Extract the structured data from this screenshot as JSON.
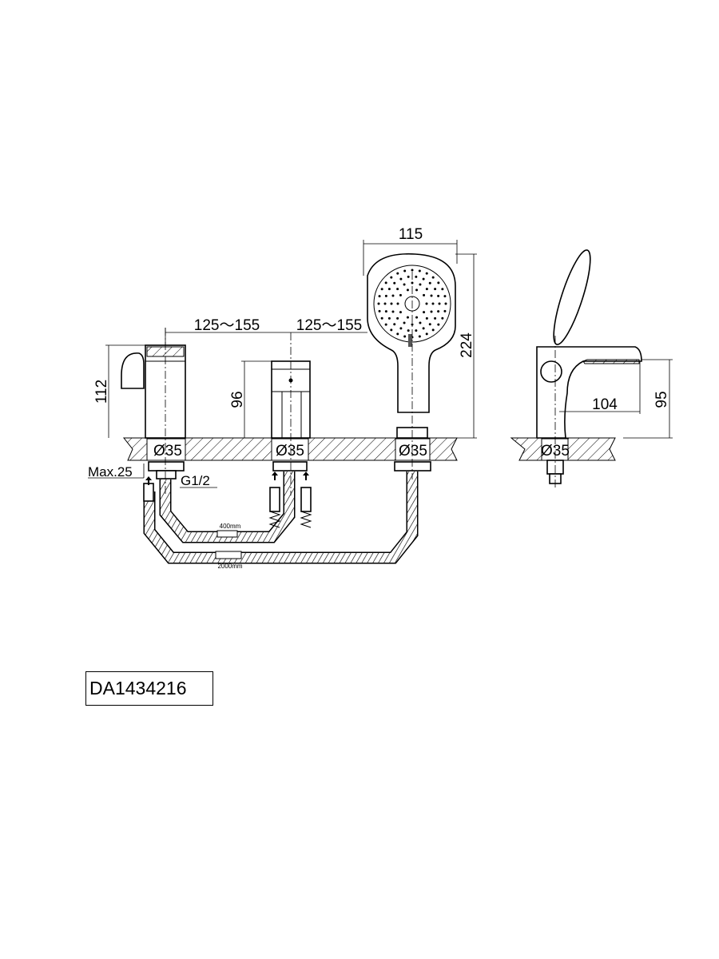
{
  "drawing": {
    "model_number": "DA1434216",
    "dimensions": {
      "spout_height": "112",
      "mixer_height": "96",
      "shower_length": "224",
      "shower_width": "115",
      "spacing_1": "125～155",
      "spacing_2": "125～155",
      "hole_diameter_1": "Ø35",
      "hole_diameter_2": "Ø35",
      "hole_diameter_3": "Ø35",
      "hole_diameter_side": "Ø35",
      "max_deck_thickness": "Max.25",
      "thread": "G1/2",
      "spout_projection": "104",
      "spout_side_height": "95"
    },
    "hoses": {
      "short_hose": "400mm",
      "long_hose": "2000mm"
    }
  }
}
